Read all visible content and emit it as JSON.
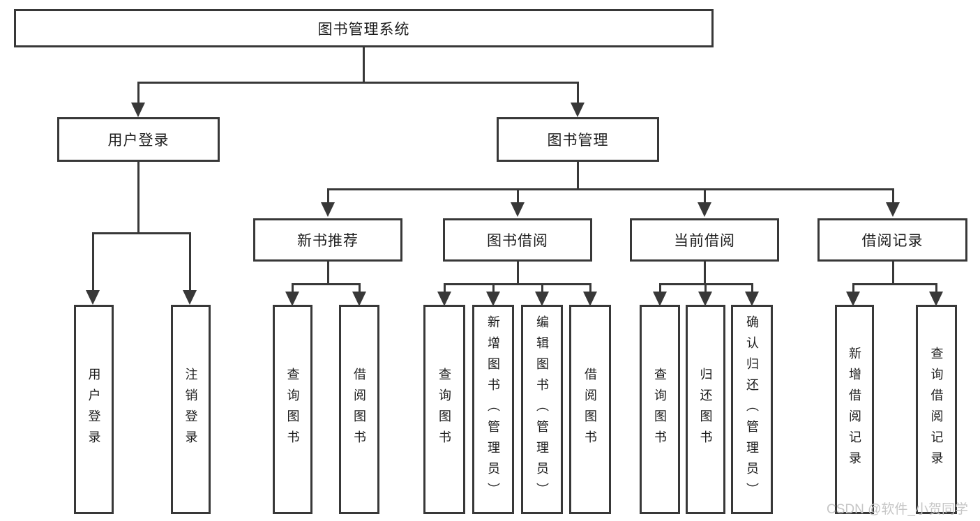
{
  "diagram_title": "图书管理系统",
  "tree": {
    "label": "图书管理系统",
    "children": [
      {
        "label": "用户登录",
        "children": [
          {
            "label": "用户登录"
          },
          {
            "label": "注销登录"
          }
        ]
      },
      {
        "label": "图书管理",
        "children": [
          {
            "label": "新书推荐",
            "children": [
              {
                "label": "查询图书"
              },
              {
                "label": "借阅图书"
              }
            ]
          },
          {
            "label": "图书借阅",
            "children": [
              {
                "label": "查询图书"
              },
              {
                "label": "新增图书（管理员）"
              },
              {
                "label": "编辑图书（管理员）"
              },
              {
                "label": "借阅图书"
              }
            ]
          },
          {
            "label": "当前借阅",
            "children": [
              {
                "label": "查询图书"
              },
              {
                "label": "归还图书"
              },
              {
                "label": "确认归还（管理员）"
              }
            ]
          },
          {
            "label": "借阅记录",
            "children": [
              {
                "label": "新增借阅记录"
              },
              {
                "label": "查询借阅记录"
              }
            ]
          }
        ]
      }
    ]
  },
  "watermark": "CSDN @软件_小贺同学",
  "colors": {
    "line": "#383838",
    "text": "#1c1c1c",
    "box_fill": "#ffffff",
    "background": "#ffffff",
    "watermark": "#c6c6c6"
  }
}
